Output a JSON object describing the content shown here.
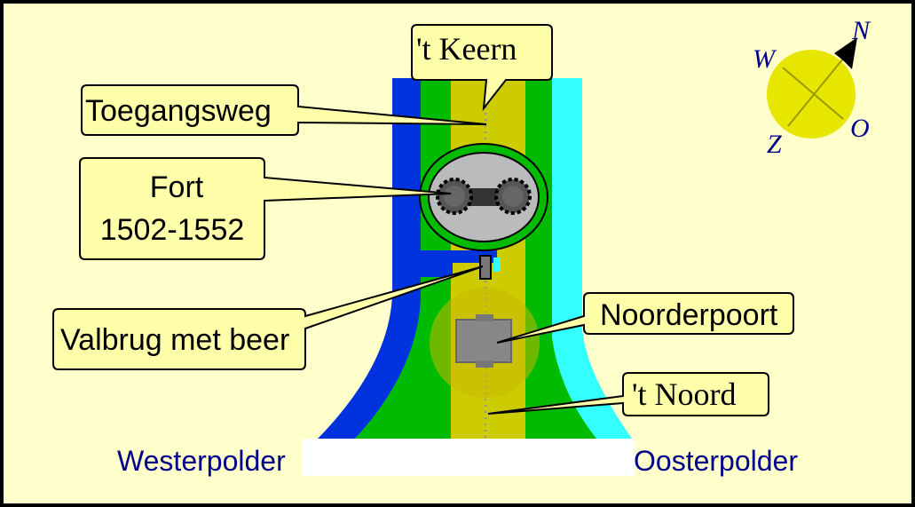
{
  "labels": {
    "keern": "'t Keern",
    "toegangsweg": "Toegangsweg",
    "fort_line1": "Fort",
    "fort_line2": "1502-1552",
    "valbrug": "Valbrug met beer",
    "noorderpoort": "Noorderpoort",
    "noord": "'t Noord",
    "westerpolder": "Westerpolder",
    "oosterpolder": "Oosterpolder"
  },
  "compass": {
    "north": "N",
    "west": "W",
    "east": "O",
    "south": "Z"
  },
  "colors": {
    "background": "#ffffcc",
    "west_water": "#0033dd",
    "east_water": "#33ffff",
    "land": "#00bb00",
    "road": "#cccc00",
    "fort": "#bbbbbb",
    "callout": "#ffffaa",
    "compass_disc": "#e6e600",
    "polder_text": "#00008b"
  }
}
